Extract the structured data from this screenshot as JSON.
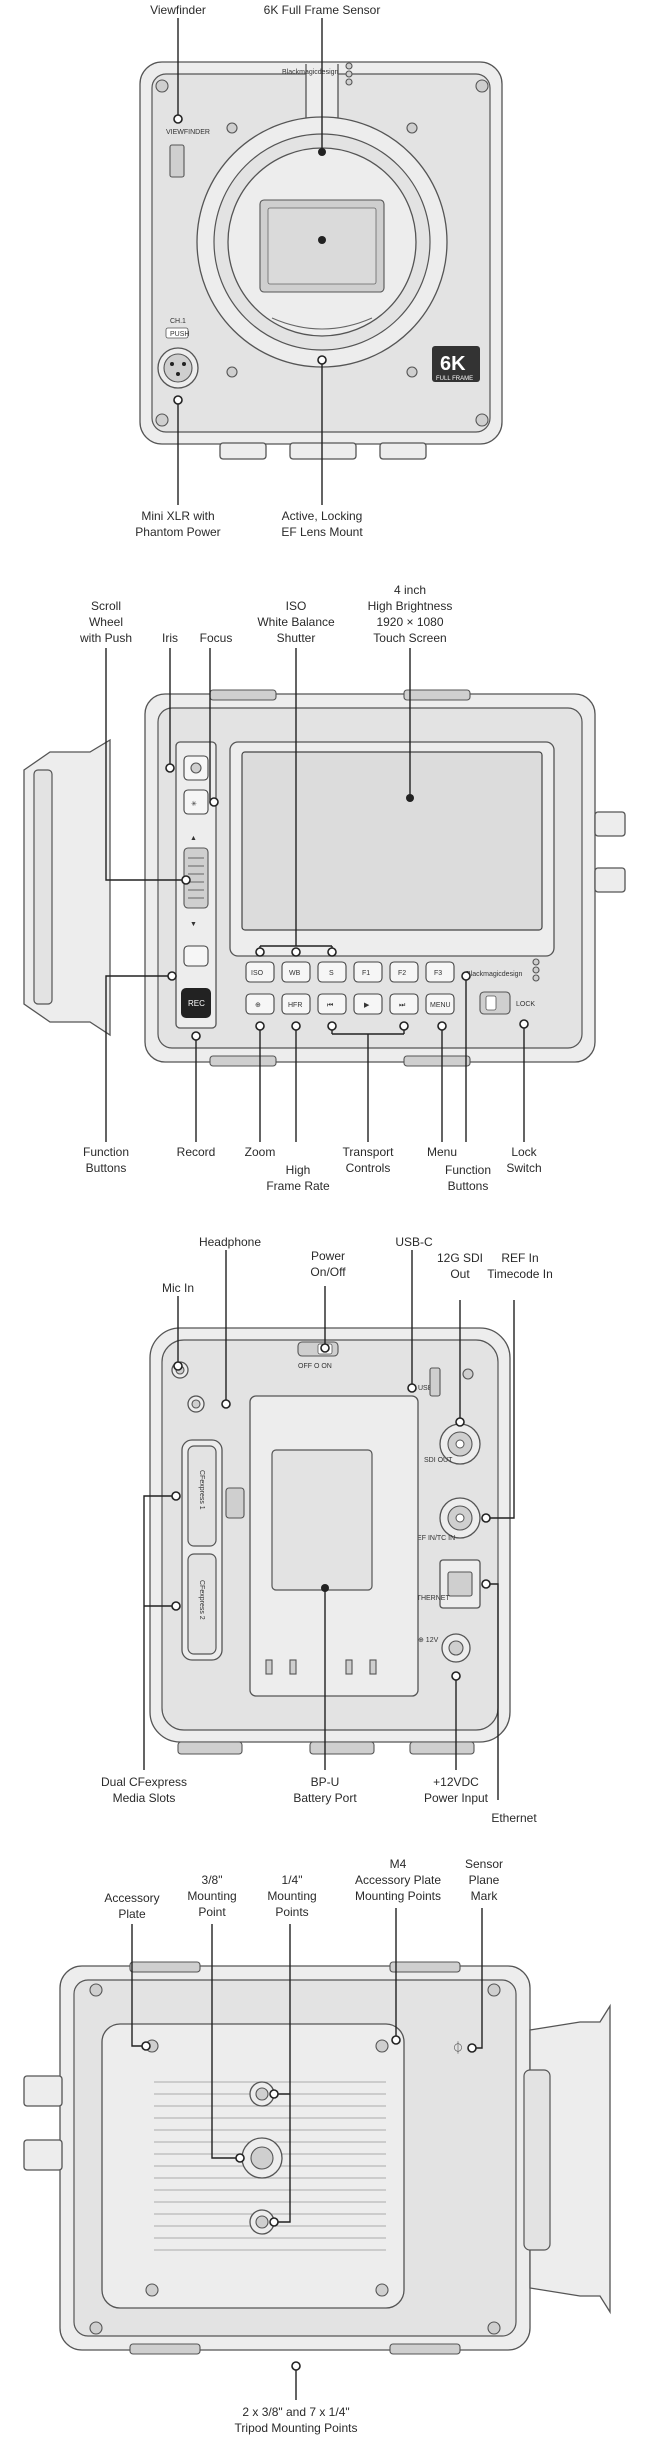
{
  "front": {
    "labels": [
      {
        "id": "viewfinder",
        "lines": [
          "Viewfinder"
        ]
      },
      {
        "id": "sensor",
        "lines": [
          "6K Full Frame Sensor"
        ]
      },
      {
        "id": "mini-xlr",
        "lines": [
          "Mini XLR with",
          "Phantom Power"
        ]
      },
      {
        "id": "ef-mount",
        "lines": [
          "Active, Locking",
          "EF Lens Mount"
        ]
      }
    ],
    "body_text": {
      "viewfinder": "VIEWFINDER",
      "ch1": "CH.1",
      "push": "PUSH",
      "brand": "Blackmagicdesign",
      "badge_big": "6K",
      "badge_small": "FULL FRAME"
    }
  },
  "side": {
    "labels": [
      {
        "id": "scroll-wheel",
        "lines": [
          "Scroll",
          "Wheel",
          "with Push"
        ]
      },
      {
        "id": "iris",
        "lines": [
          "Iris"
        ]
      },
      {
        "id": "focus",
        "lines": [
          "Focus"
        ]
      },
      {
        "id": "iso-wb-shutter",
        "lines": [
          "ISO",
          "White Balance",
          "Shutter"
        ]
      },
      {
        "id": "touch-screen",
        "lines": [
          "4 inch",
          "High Brightness",
          "1920 × 1080",
          "Touch Screen"
        ]
      },
      {
        "id": "function-buttons-left",
        "lines": [
          "Function",
          "Buttons"
        ]
      },
      {
        "id": "record",
        "lines": [
          "Record"
        ]
      },
      {
        "id": "zoom",
        "lines": [
          "Zoom"
        ]
      },
      {
        "id": "hfr",
        "lines": [
          "High",
          "Frame Rate"
        ]
      },
      {
        "id": "transport",
        "lines": [
          "Transport",
          "Controls"
        ]
      },
      {
        "id": "menu",
        "lines": [
          "Menu"
        ]
      },
      {
        "id": "function-buttons-right",
        "lines": [
          "Function",
          "Buttons"
        ]
      },
      {
        "id": "lock-switch",
        "lines": [
          "Lock",
          "Switch"
        ]
      }
    ],
    "buttons_row1": [
      "ISO",
      "WB",
      "S",
      "F1",
      "F2",
      "F3"
    ],
    "buttons_row2": [
      "⊕",
      "HFR",
      "⏮",
      "▶",
      "⏭",
      "MENU"
    ],
    "rec": "REC",
    "lock": "LOCK",
    "brand": "Blackmagicdesign"
  },
  "rear": {
    "labels": [
      {
        "id": "mic-in",
        "lines": [
          "Mic In"
        ]
      },
      {
        "id": "headphone",
        "lines": [
          "Headphone"
        ]
      },
      {
        "id": "power",
        "lines": [
          "Power",
          "On/Off"
        ]
      },
      {
        "id": "usb-c",
        "lines": [
          "USB-C"
        ]
      },
      {
        "id": "sdi-out",
        "lines": [
          "12G SDI",
          "Out"
        ]
      },
      {
        "id": "ref-in",
        "lines": [
          "REF In",
          "Timecode In"
        ]
      },
      {
        "id": "cfexpress",
        "lines": [
          "Dual CFexpress",
          "Media Slots"
        ]
      },
      {
        "id": "battery",
        "lines": [
          "BP-U",
          "Battery Port"
        ]
      },
      {
        "id": "power-input",
        "lines": [
          "+12VDC",
          "Power Input"
        ]
      },
      {
        "id": "ethernet",
        "lines": [
          "Ethernet"
        ]
      }
    ],
    "body_text": {
      "off_on": "OFF  O  ON",
      "usb": "USB",
      "sdi_out": "SDI OUT",
      "ref": "REF IN/TC IN",
      "ethernet": "ETHERNET",
      "v12": "⊕ 12V",
      "cf1": "CFexpress 1",
      "cf2": "CFexpress 2"
    }
  },
  "bottom": {
    "labels": [
      {
        "id": "accessory-plate",
        "lines": [
          "Accessory",
          "Plate"
        ]
      },
      {
        "id": "mount-38",
        "lines": [
          "3/8\"",
          "Mounting",
          "Point"
        ]
      },
      {
        "id": "mount-14",
        "lines": [
          "1/4\"",
          "Mounting",
          "Points"
        ]
      },
      {
        "id": "m4-points",
        "lines": [
          "M4",
          "Accessory Plate",
          "Mounting Points"
        ]
      },
      {
        "id": "sensor-plane",
        "lines": [
          "Sensor",
          "Plane",
          "Mark"
        ]
      },
      {
        "id": "tripod",
        "lines": [
          "2 x 3/8\" and 7 x 1/4\"",
          "Tripod Mounting Points"
        ]
      }
    ]
  }
}
